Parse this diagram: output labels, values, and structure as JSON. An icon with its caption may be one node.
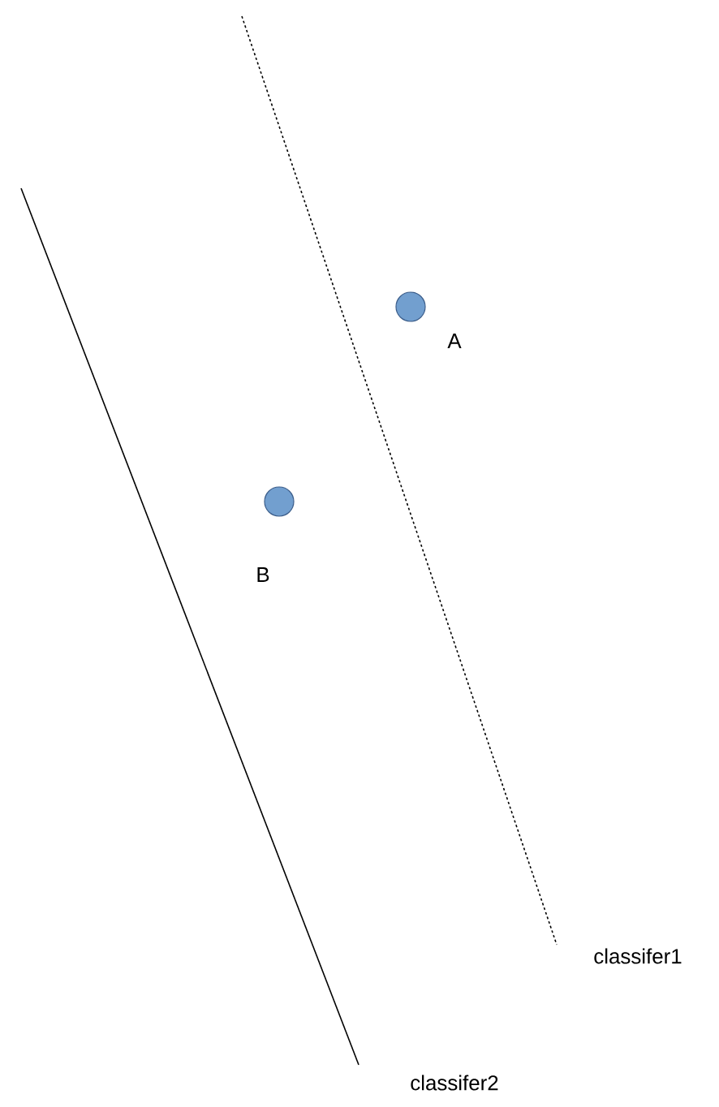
{
  "diagram": {
    "nodes": [
      {
        "text": [],
        "shape": "circle",
        "beside": [
          "A"
        ]
      },
      {
        "text": [],
        "shape": "circle",
        "beside": [
          "B"
        ]
      }
    ],
    "labels": [
      "classifer1",
      "classifer2"
    ]
  }
}
